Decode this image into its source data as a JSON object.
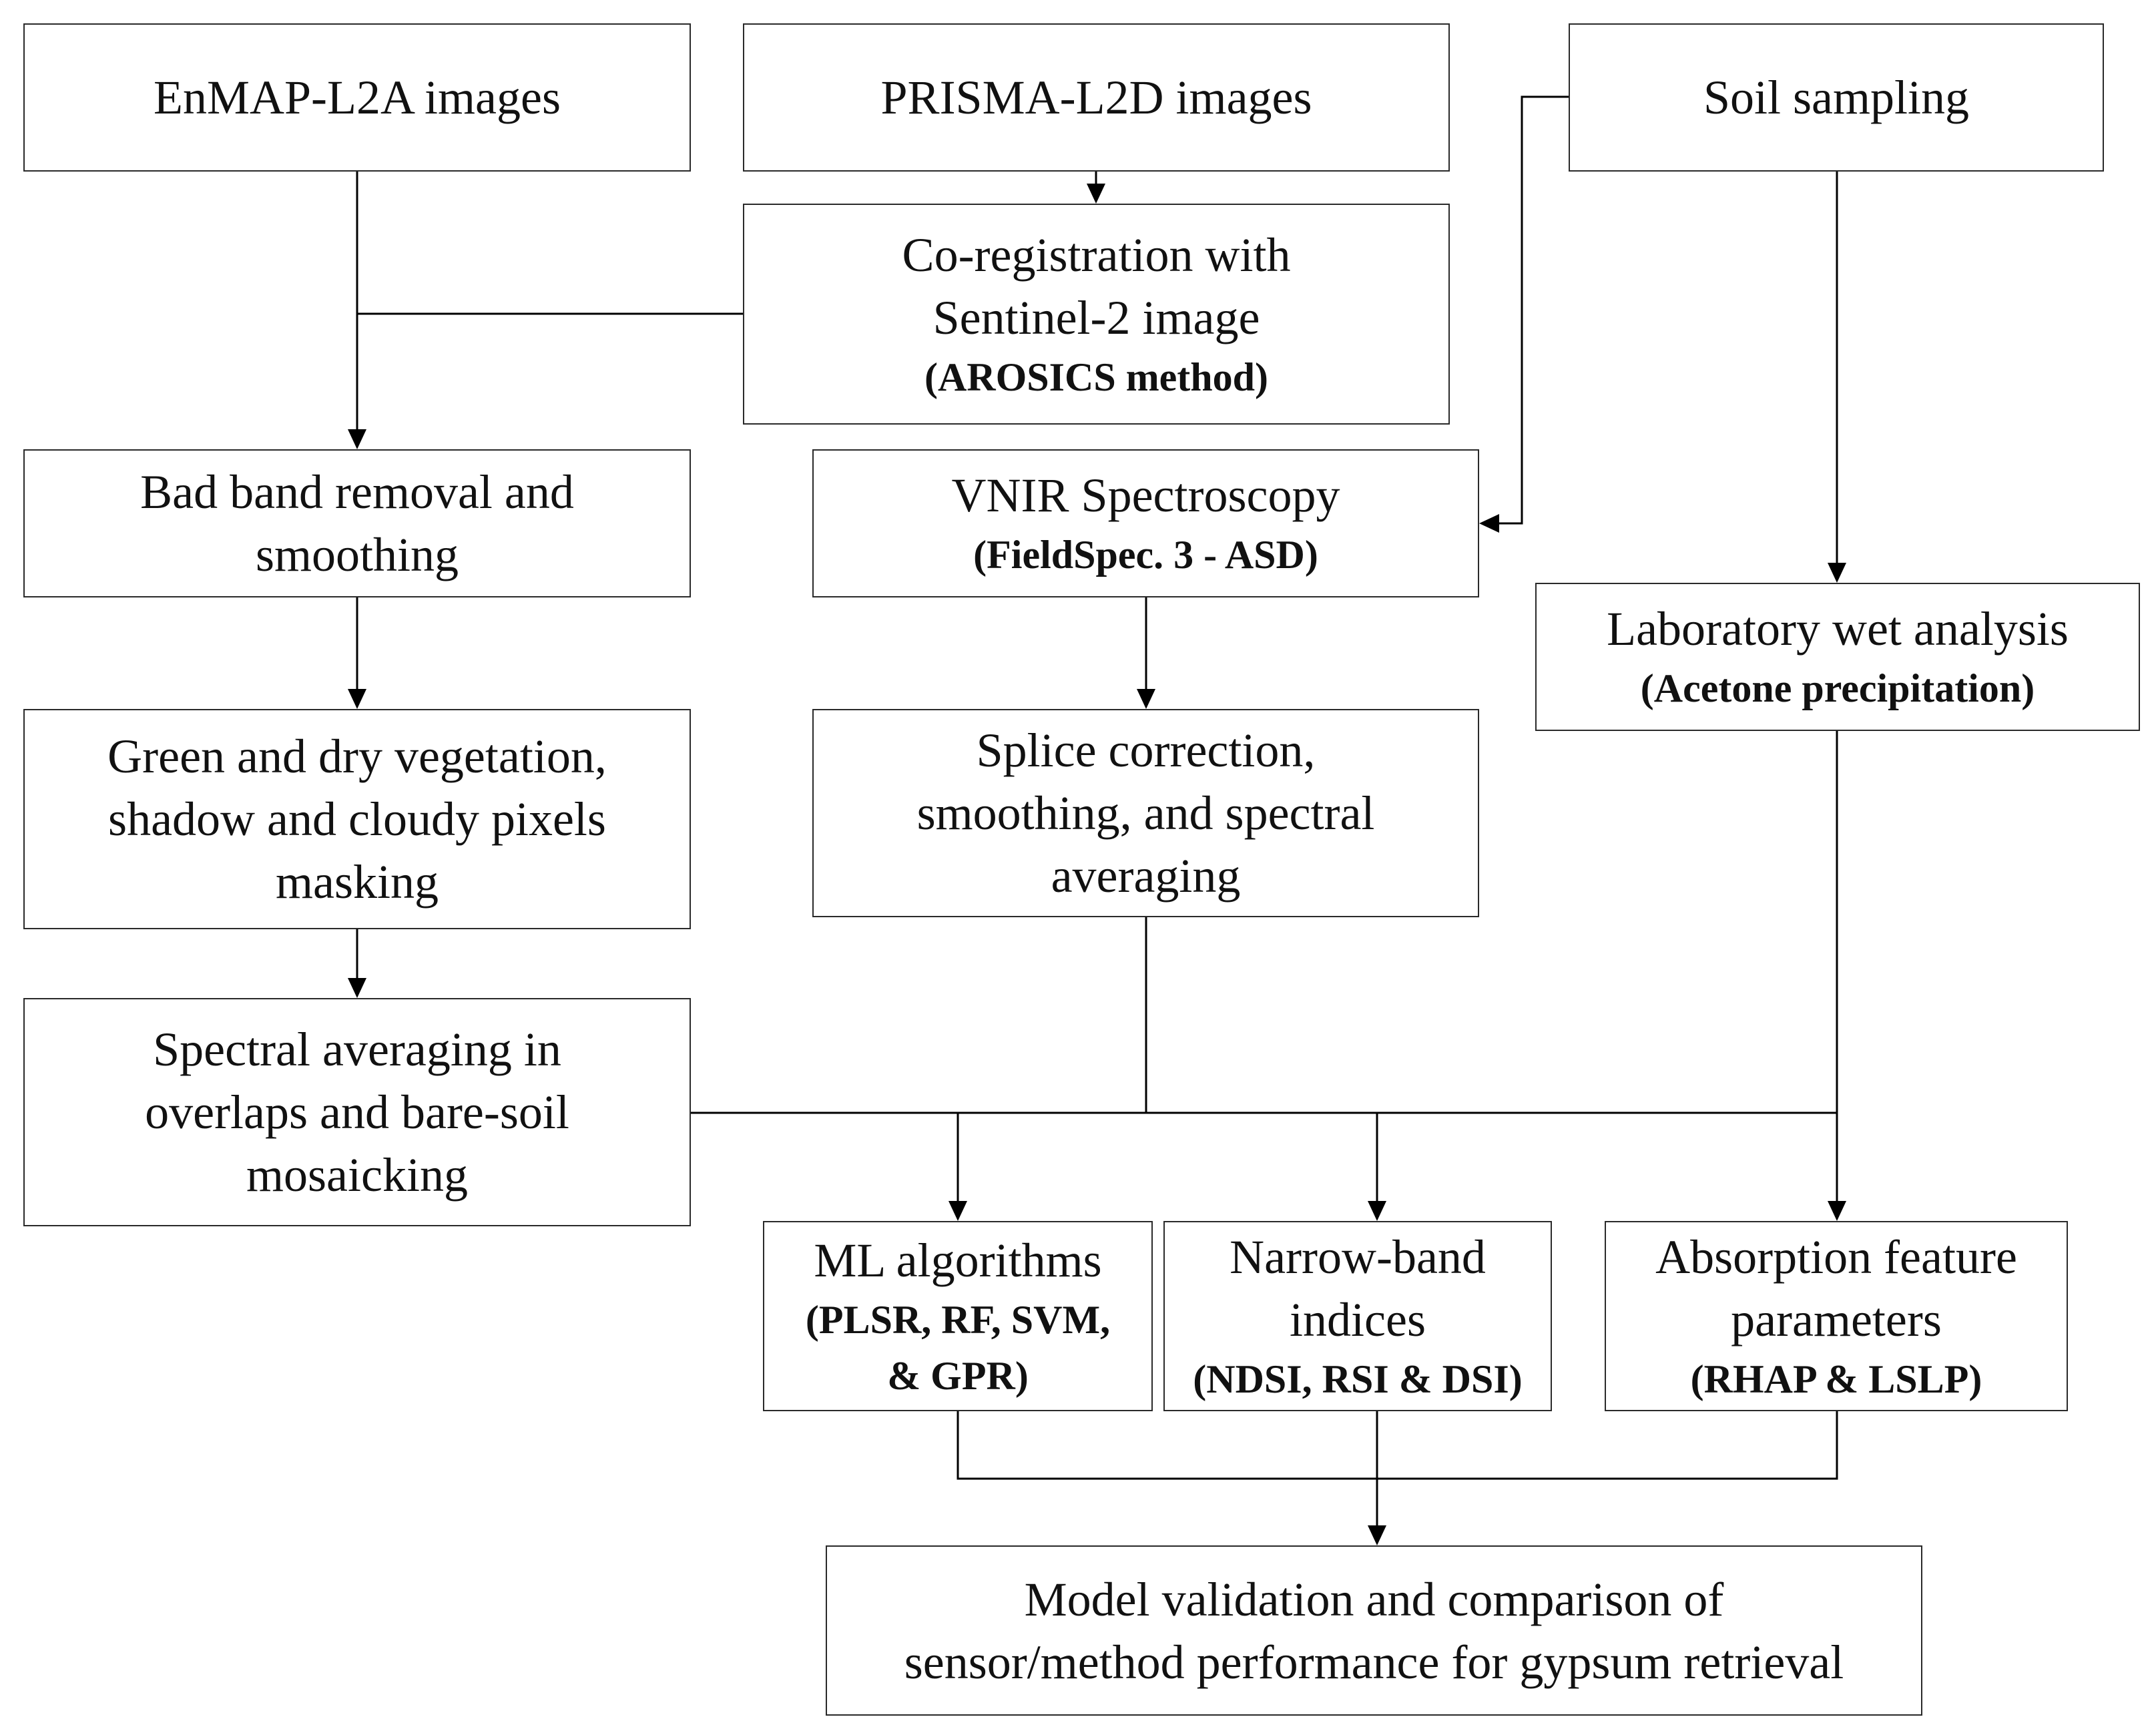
{
  "nodes": {
    "enmap": {
      "title": "EnMAP-L2A images",
      "sub": ""
    },
    "prisma": {
      "title": "PRISMA-L2D images",
      "sub": ""
    },
    "soil": {
      "title": "Soil sampling",
      "sub": ""
    },
    "coreg": {
      "title": "Co-registration with\nSentinel-2 image",
      "sub": "(AROSICS method)"
    },
    "badband": {
      "title": "Bad band removal and\nsmoothing",
      "sub": ""
    },
    "vnir": {
      "title": "VNIR Spectroscopy",
      "sub": "(FieldSpec. 3 - ASD)"
    },
    "lab": {
      "title": "Laboratory wet analysis",
      "sub": "(Acetone precipitation)"
    },
    "masking": {
      "title": "Green and dry vegetation,\nshadow and cloudy pixels\nmasking",
      "sub": ""
    },
    "splice": {
      "title": "Splice correction,\nsmoothing, and spectral\naveraging",
      "sub": ""
    },
    "mosaic": {
      "title": "Spectral averaging in\noverlaps and bare-soil\nmosaicking",
      "sub": ""
    },
    "ml": {
      "title": "ML algorithms",
      "sub": "(PLSR, RF, SVM,\n& GPR)"
    },
    "nbi": {
      "title": "Narrow-band\nindices",
      "sub": "(NDSI, RSI & DSI)"
    },
    "afp": {
      "title": "Absorption feature\nparameters",
      "sub": "(RHAP & LSLP)"
    },
    "validation": {
      "title": "Model validation and comparison of\nsensor/method performance for gypsum retrieval",
      "sub": ""
    }
  },
  "colors": {
    "line": "#000000",
    "border": "#2a2a2a",
    "text": "#111111"
  }
}
